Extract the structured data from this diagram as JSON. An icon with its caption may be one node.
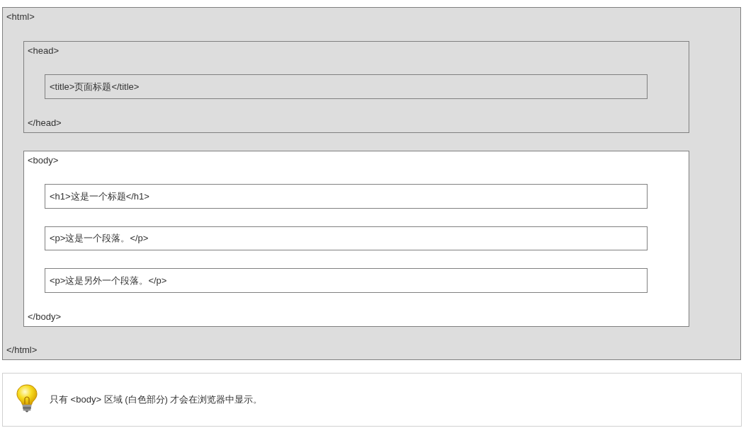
{
  "diagram": {
    "nodes": [
      {
        "text": [
          "<html>",
          "</html>"
        ]
      },
      {
        "text": [
          "<head>",
          "</head>"
        ],
        "in": 0
      },
      {
        "text": [
          "<title>页面标题</title>"
        ],
        "in": 1
      },
      {
        "text": [
          "<body>",
          "</body>"
        ],
        "in": 0
      },
      {
        "text": [
          "<h1>这是一个标题</h1>"
        ],
        "in": 3
      },
      {
        "text": [
          "<p>这是一个段落。</p>"
        ],
        "in": 3
      },
      {
        "text": [
          "<p>这是另外一个段落。</p>"
        ],
        "in": 3
      },
      {
        "text": [
          "只有 <body> 区域 (白色部分) 才会在浏览器中显示。"
        ]
      }
    ]
  }
}
